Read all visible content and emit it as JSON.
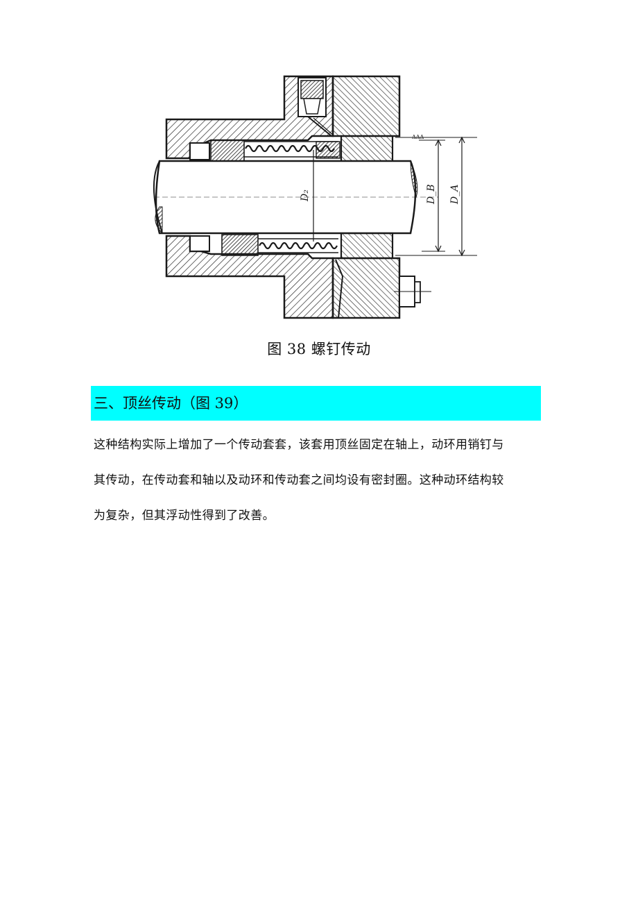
{
  "figure": {
    "labels": {
      "d2": "D₂",
      "db": "D_B",
      "da": "D_A"
    },
    "colors": {
      "ink": "#1a1a1a",
      "hatch": "#2a2a2a"
    }
  },
  "caption": "图 38 螺钉传动",
  "section": {
    "heading": "三、顶丝传动（图 39）",
    "background": "#00ffff"
  },
  "body": {
    "lines": [
      "这种结构实际上增加了一个传动套套，该套用顶丝固定在轴上，动环用销钉与",
      "其传动，在传动套和轴以及动环和传动套之间均设有密封圈。这种动环结构较",
      "为复杂，但其浮动性得到了改善。"
    ]
  }
}
